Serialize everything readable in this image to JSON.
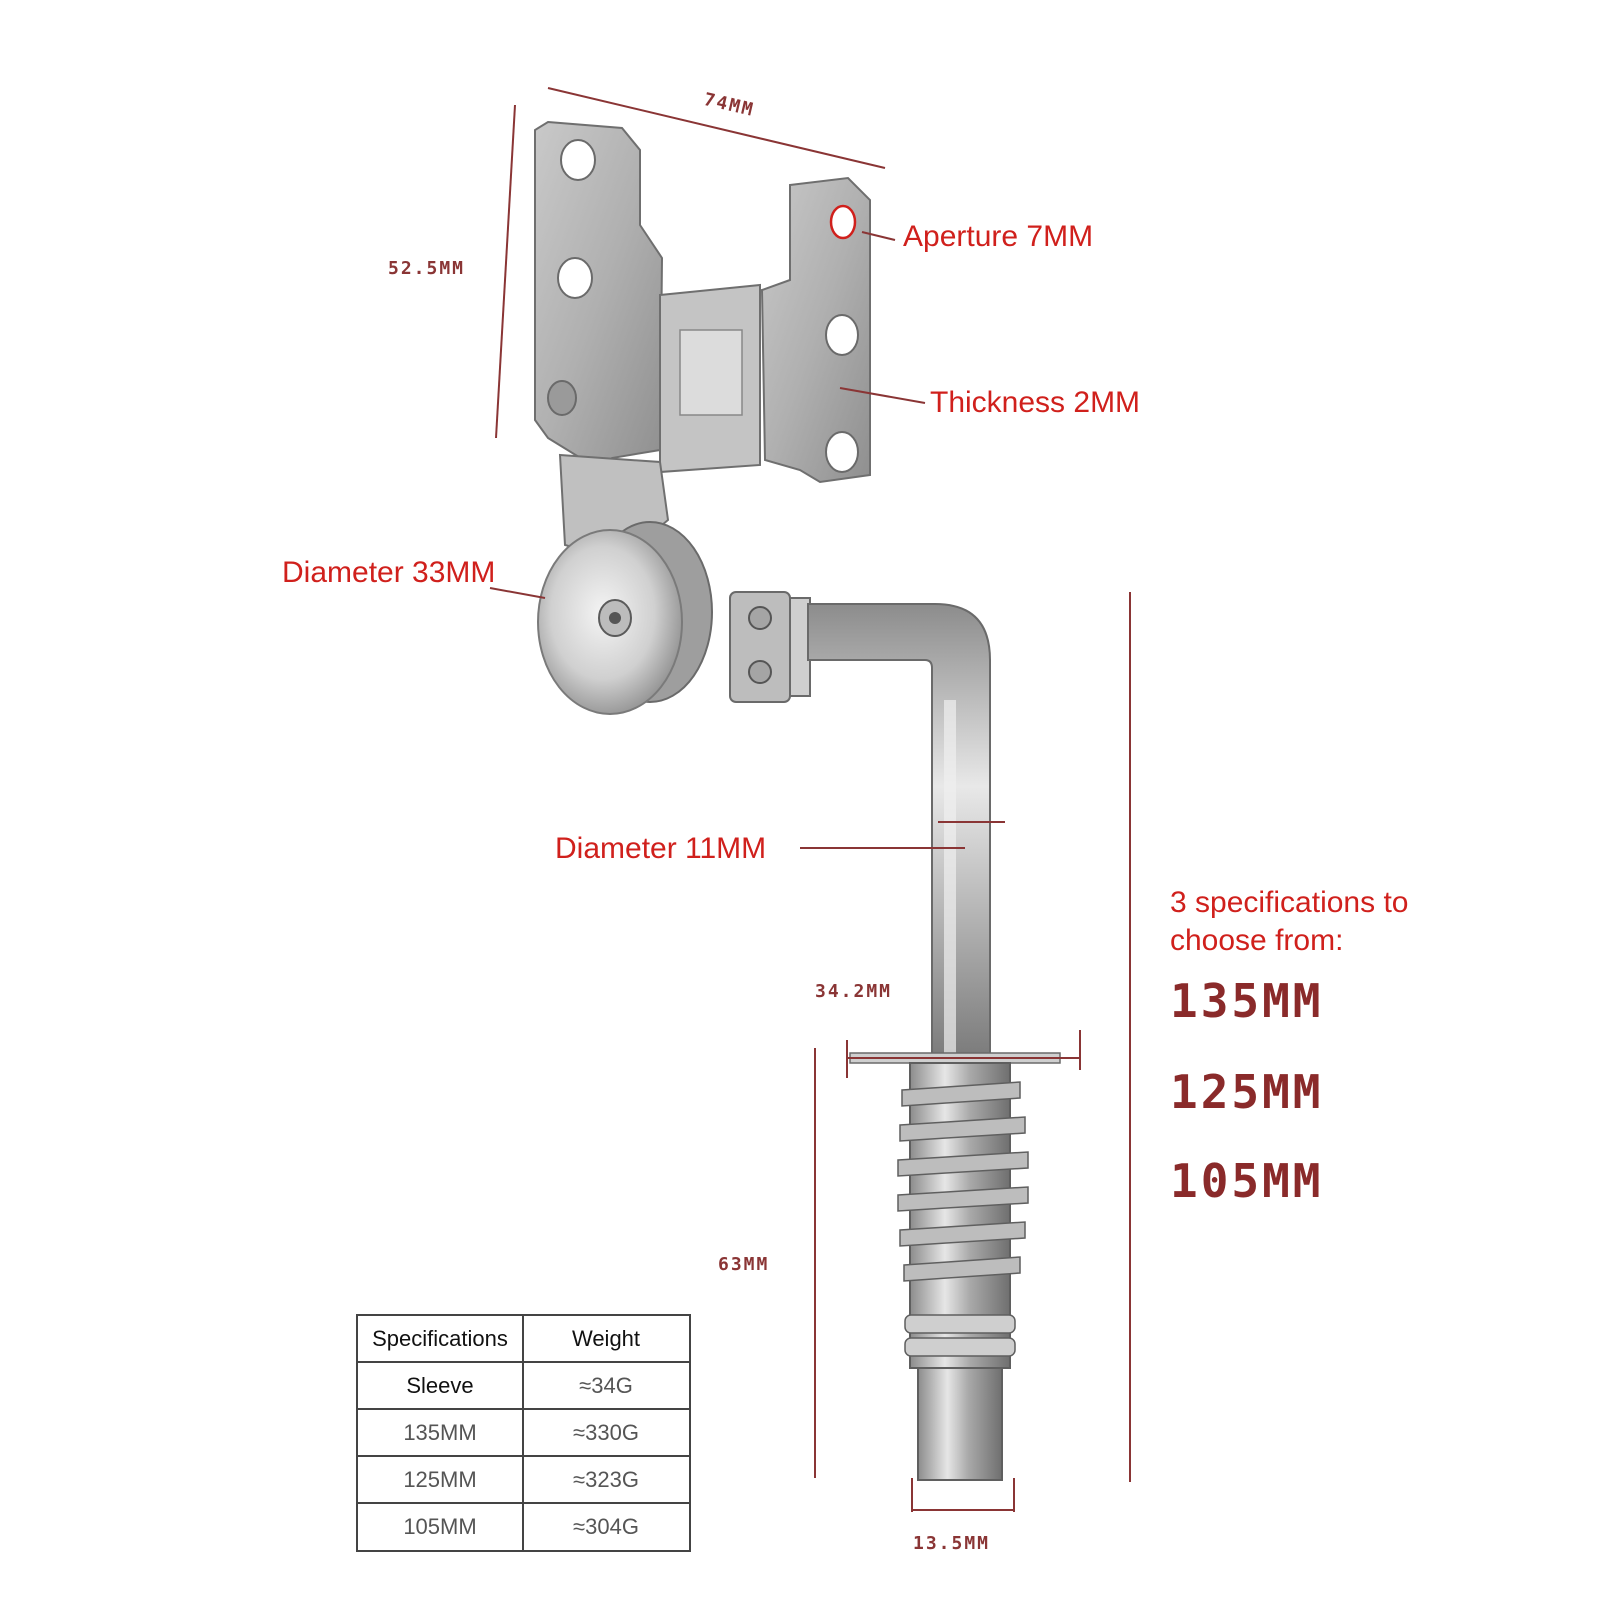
{
  "dimensions": {
    "width_top": "74MM",
    "height_bracket": "52.5MM",
    "flange_width": "34.2MM",
    "sleeve_length": "63MM",
    "tube_bottom": "13.5MM"
  },
  "callouts": {
    "aperture": "Aperture 7MM",
    "thickness": "Thickness 2MM",
    "disc_diameter": "Diameter 33MM",
    "rod_diameter": "Diameter 11MM"
  },
  "specs": {
    "heading_line1": "3 specifications to",
    "heading_line2": "choose from:",
    "options": [
      "135MM",
      "125MM",
      "105MM"
    ]
  },
  "table": {
    "headers": [
      "Specifications",
      "Weight"
    ],
    "rows": [
      {
        "spec": "Sleeve",
        "weight": "≈34G"
      },
      {
        "spec": "135MM",
        "weight": "≈330G"
      },
      {
        "spec": "125MM",
        "weight": "≈323G"
      },
      {
        "spec": "105MM",
        "weight": "≈304G"
      }
    ]
  },
  "colors": {
    "callout": "#d0201c",
    "dimension": "#8a3535",
    "metal": "#b8b8b8"
  }
}
